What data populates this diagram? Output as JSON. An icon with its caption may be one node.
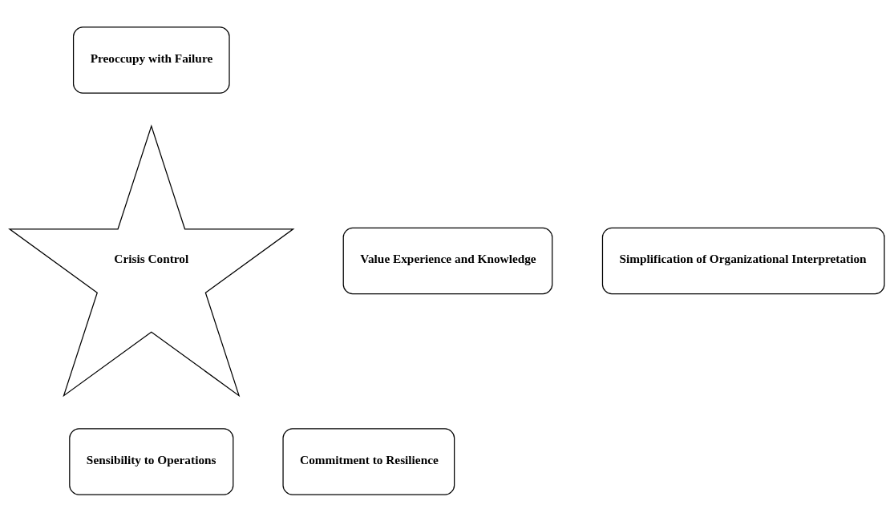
{
  "diagram": {
    "nodes": [
      {
        "text": [
          "Preoccupy with Failure"
        ]
      },
      {
        "text": [
          "Value Experience and Knowledge"
        ]
      },
      {
        "text": [
          "Crisis Control"
        ]
      },
      {
        "text": [
          "Simplification of Organizational Interpretation"
        ]
      },
      {
        "text": [
          "Commitment to Resilience"
        ]
      },
      {
        "text": [
          "Sensibility to Operations"
        ]
      }
    ]
  }
}
